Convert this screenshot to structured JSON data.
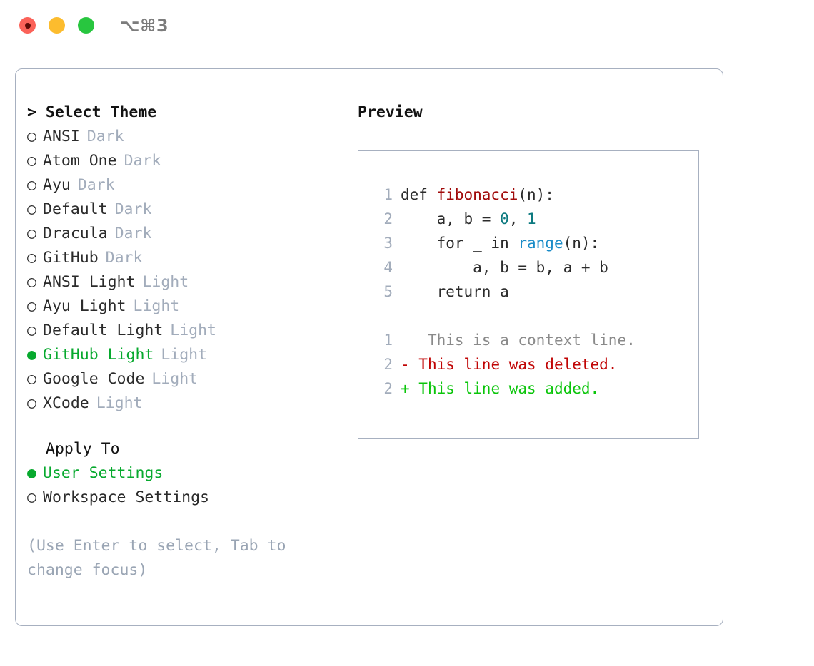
{
  "titlebar": {
    "shortcut": "⌥⌘3",
    "buttons": {
      "close": "close",
      "minimize": "minimize",
      "zoom": "zoom"
    }
  },
  "left": {
    "header": "> Select Theme",
    "themes": [
      {
        "bullet": "○",
        "name": "ANSI",
        "variant": "Dark",
        "selected": false
      },
      {
        "bullet": "○",
        "name": "Atom One",
        "variant": "Dark",
        "selected": false
      },
      {
        "bullet": "○",
        "name": "Ayu",
        "variant": "Dark",
        "selected": false
      },
      {
        "bullet": "○",
        "name": "Default",
        "variant": "Dark",
        "selected": false
      },
      {
        "bullet": "○",
        "name": "Dracula",
        "variant": "Dark",
        "selected": false
      },
      {
        "bullet": "○",
        "name": "GitHub",
        "variant": "Dark",
        "selected": false
      },
      {
        "bullet": "○",
        "name": "ANSI Light",
        "variant": "Light",
        "selected": false
      },
      {
        "bullet": "○",
        "name": "Ayu Light",
        "variant": "Light",
        "selected": false
      },
      {
        "bullet": "○",
        "name": "Default Light",
        "variant": "Light",
        "selected": false
      },
      {
        "bullet": "●",
        "name": "GitHub Light",
        "variant": "Light",
        "selected": true
      },
      {
        "bullet": "○",
        "name": "Google Code",
        "variant": "Light",
        "selected": false
      },
      {
        "bullet": "○",
        "name": "XCode",
        "variant": "Light",
        "selected": false
      }
    ],
    "apply_to": {
      "header": "Apply To",
      "options": [
        {
          "bullet": "●",
          "label": "User Settings",
          "selected": true
        },
        {
          "bullet": "○",
          "label": "Workspace Settings",
          "selected": false
        }
      ]
    },
    "hint": "(Use Enter to select, Tab to change focus)"
  },
  "right": {
    "header": "Preview",
    "code": [
      {
        "ln": "1",
        "parts": [
          {
            "t": "def ",
            "c": "plain"
          },
          {
            "t": "fibonacci",
            "c": "fn"
          },
          {
            "t": "(n):",
            "c": "plain"
          }
        ]
      },
      {
        "ln": "2",
        "parts": [
          {
            "t": "    a, b = ",
            "c": "plain"
          },
          {
            "t": "0",
            "c": "num"
          },
          {
            "t": ", ",
            "c": "plain"
          },
          {
            "t": "1",
            "c": "num"
          }
        ]
      },
      {
        "ln": "3",
        "parts": [
          {
            "t": "    for _ in ",
            "c": "plain"
          },
          {
            "t": "range",
            "c": "builtin"
          },
          {
            "t": "(n):",
            "c": "plain"
          }
        ]
      },
      {
        "ln": "4",
        "parts": [
          {
            "t": "        a, b = b, a + b",
            "c": "plain"
          }
        ]
      },
      {
        "ln": "5",
        "parts": [
          {
            "t": "    return a",
            "c": "plain"
          }
        ]
      }
    ],
    "diff": [
      {
        "ln": "1",
        "marker": " ",
        "text": "  This is a context line.",
        "kind": "ctx"
      },
      {
        "ln": "2",
        "marker": "-",
        "text": " This line was deleted.",
        "kind": "del"
      },
      {
        "ln": "2",
        "marker": "+",
        "text": " This line was added.",
        "kind": "add"
      }
    ]
  },
  "colors": {
    "accent_green": "#07a92e",
    "muted": "#a2acbb",
    "border": "#a7b0c0",
    "fn_red": "#a10b0b",
    "num_teal": "#0d7a80",
    "builtin_blue": "#1a8cc8",
    "diff_del": "#c00404",
    "diff_add": "#0ac50a",
    "diff_ctx": "#8a8a8a"
  }
}
